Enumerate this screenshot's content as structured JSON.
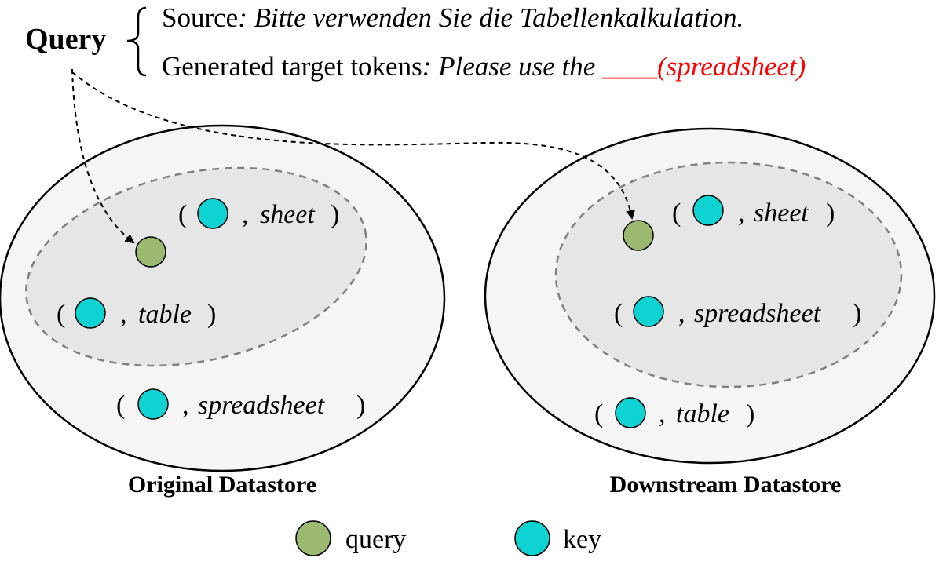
{
  "query": {
    "label": "Query",
    "source_prefix": "Source",
    "source_sentence": ": Bitte verwenden Sie die Tabellenkalkulation.",
    "target_prefix": "Generated target tokens",
    "target_sentence": ": Please use the ",
    "blank": "____",
    "target_answer": "(spreadsheet)"
  },
  "original_datastore": {
    "caption": "Original Datastore",
    "pairs": [
      {
        "open": "(",
        "sep": ",",
        "value": "sheet",
        "close": ")"
      },
      {
        "open": "(",
        "sep": ",",
        "value": "table",
        "close": ")"
      },
      {
        "open": "(",
        "sep": ",",
        "value": "spreadsheet",
        "close": ")"
      }
    ]
  },
  "downstream_datastore": {
    "caption": "Downstream Datastore",
    "pairs": [
      {
        "open": "(",
        "sep": ",",
        "value": "sheet",
        "close": ")"
      },
      {
        "open": "(",
        "sep": ",",
        "value": "spreadsheet",
        "close": ")"
      },
      {
        "open": "(",
        "sep": ",",
        "value": "table",
        "close": ")"
      }
    ]
  },
  "legend": {
    "query_label": "query",
    "key_label": "key"
  },
  "colors": {
    "query_fill": "#9bba6f",
    "key_fill": "#0fd3d3",
    "highlight": "#ff0000",
    "outer_fill": "#f5f5f5",
    "inner_fill": "#e6e6e6",
    "dash_stroke": "#7f7f7f"
  }
}
